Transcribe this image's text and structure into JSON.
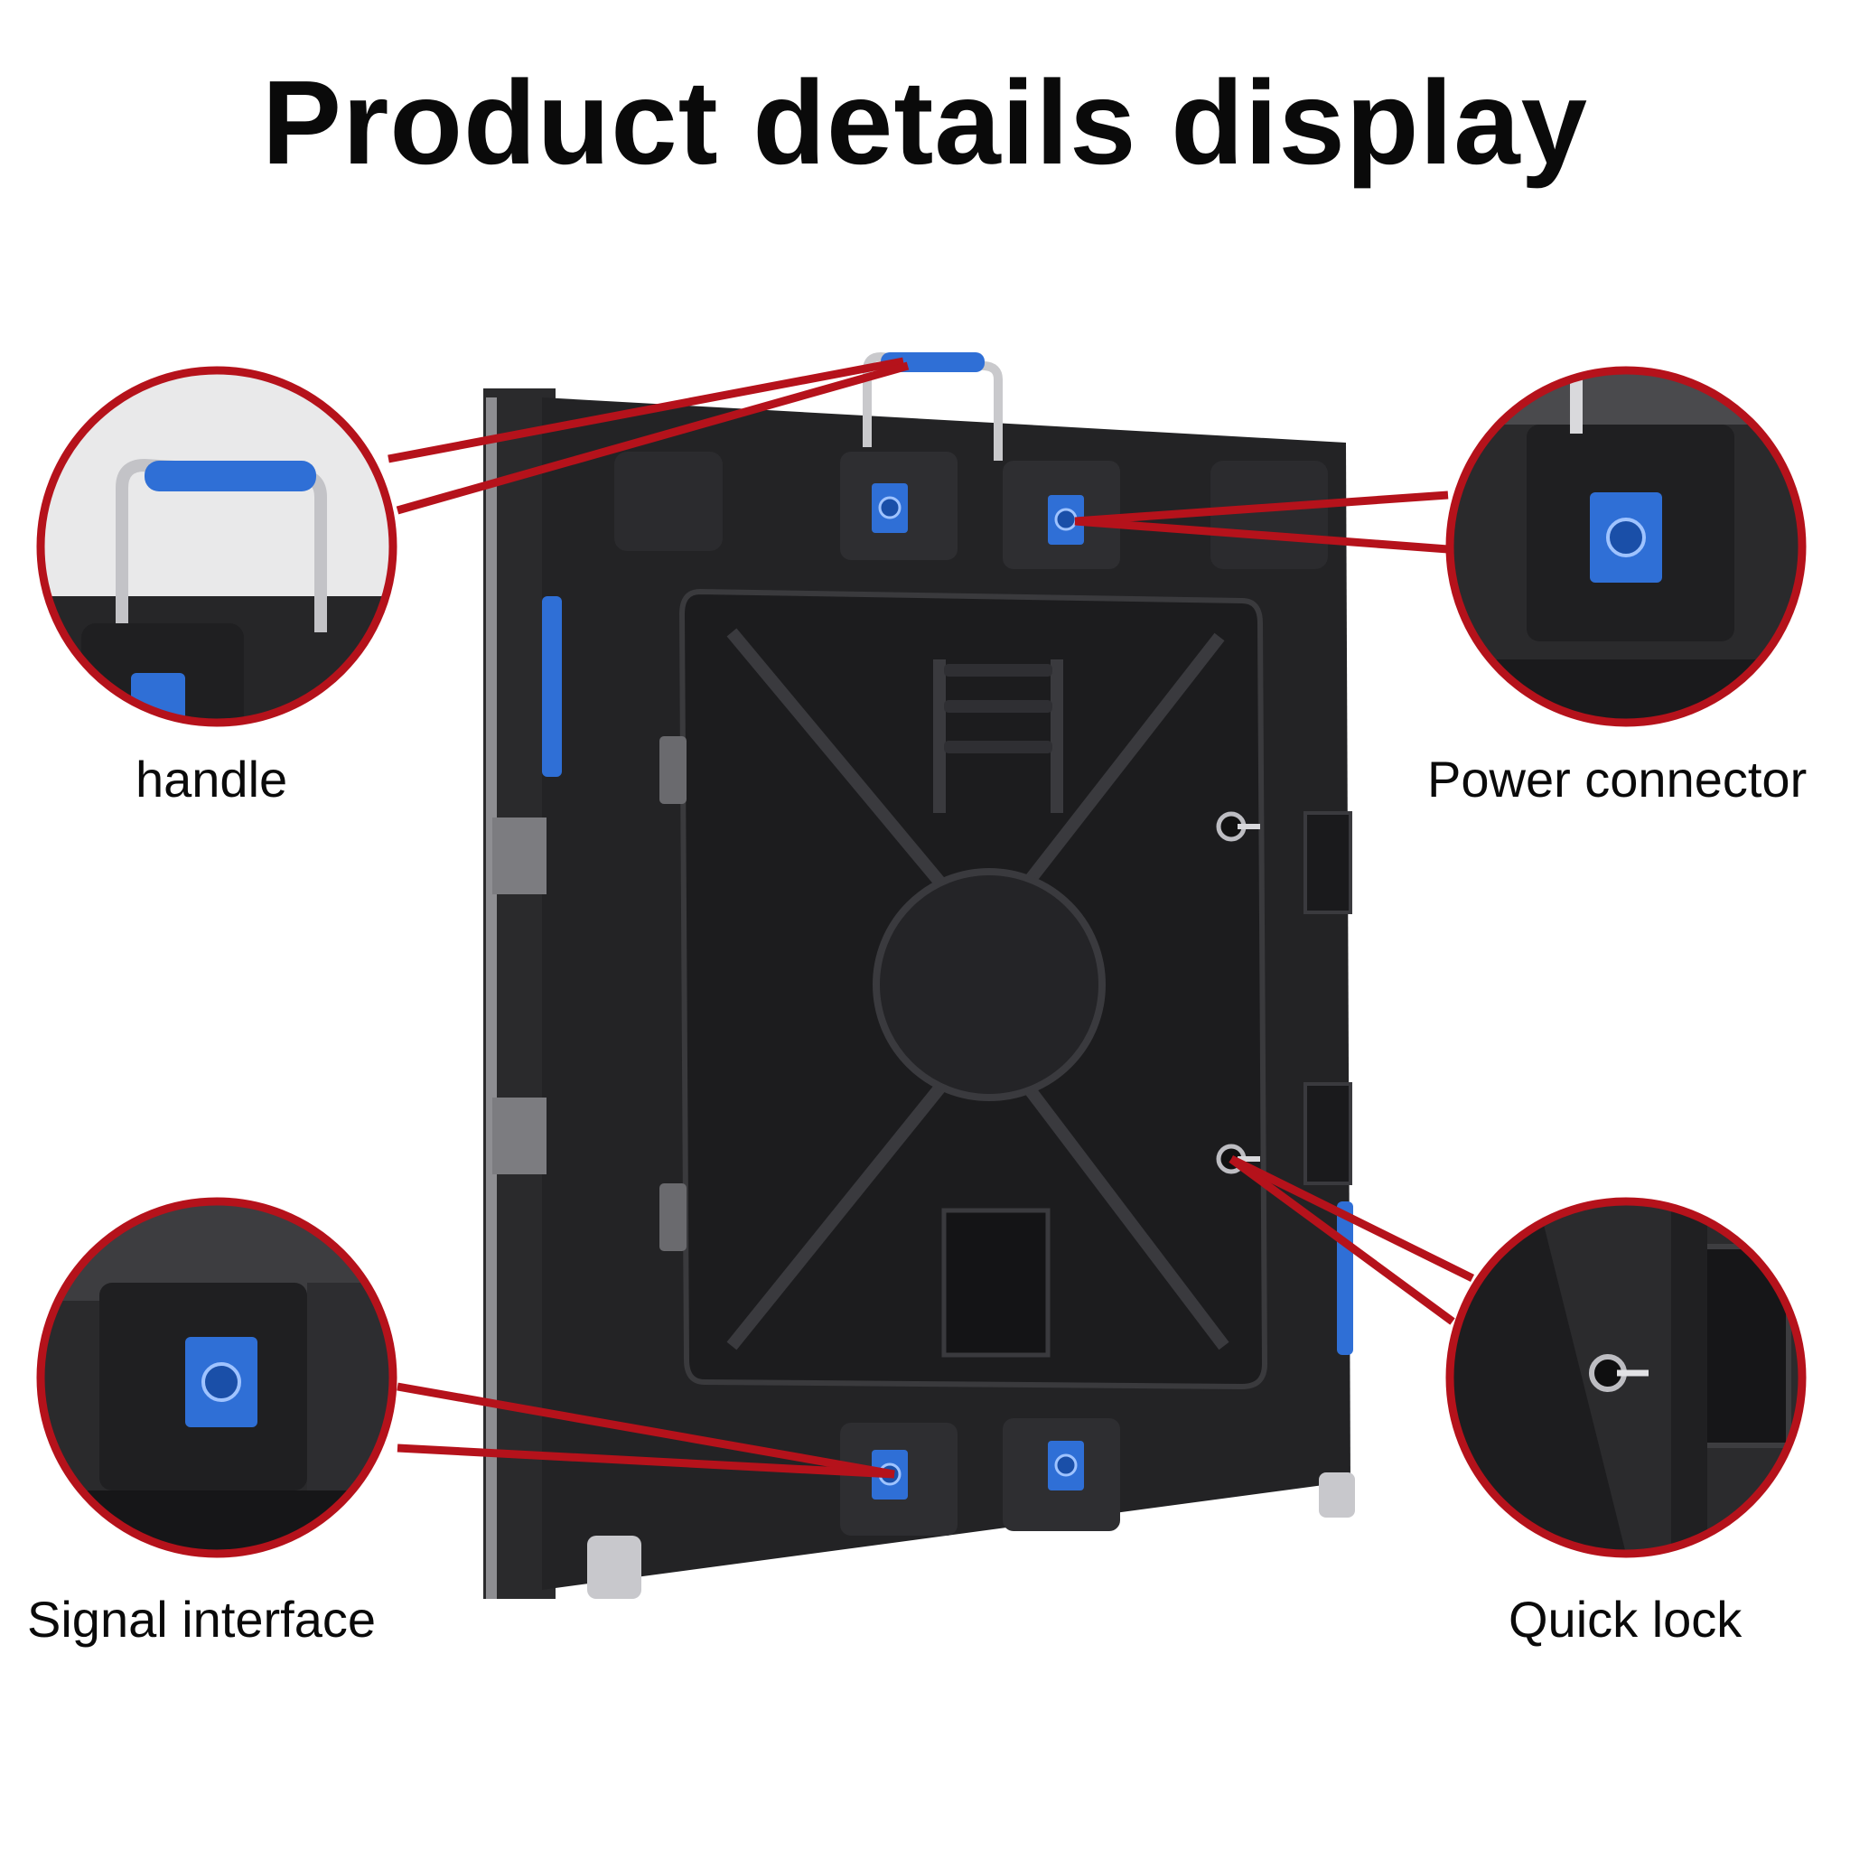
{
  "title": "Product details display",
  "callouts": {
    "handle": {
      "label": "handle"
    },
    "power_connector": {
      "label": "Power connector"
    },
    "signal_interface": {
      "label": "Signal interface"
    },
    "quick_lock": {
      "label": "Quick lock"
    }
  },
  "colors": {
    "callout_red": "#b5121b",
    "cabinet": "#1f1f21",
    "connector_blue": "#2f6fd6",
    "background": "#ffffff"
  },
  "icons": [
    "handle-icon",
    "power-connector-icon",
    "signal-port-icon",
    "quick-lock-icon"
  ]
}
